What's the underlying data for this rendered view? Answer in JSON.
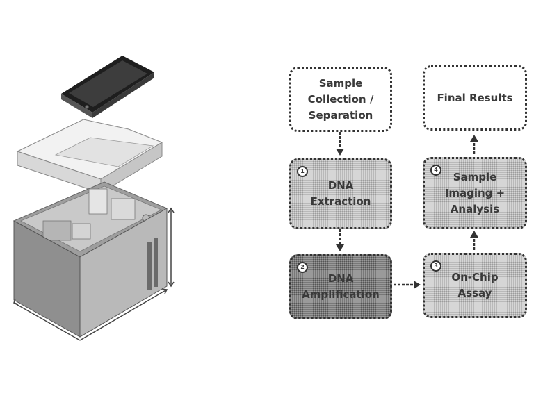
{
  "flowchart": {
    "steps": [
      {
        "id": "sample-collection",
        "label": "Sample\nCollection /\nSeparation",
        "number": ""
      },
      {
        "id": "dna-extraction",
        "label": "DNA\nExtraction",
        "number": "1"
      },
      {
        "id": "dna-amplification",
        "label": "DNA\nAmplification",
        "number": "2"
      },
      {
        "id": "on-chip-assay",
        "label": "On-Chip\nAssay",
        "number": "3"
      },
      {
        "id": "sample-imaging",
        "label": "Sample\nImaging +\nAnalysis",
        "number": "4"
      },
      {
        "id": "final-results",
        "label": "Final Results",
        "number": ""
      }
    ]
  },
  "colors": {
    "outline": "#333333",
    "box_white": "#ffffff",
    "box_light": "#d6d6d6",
    "box_dark": "#9a9a9a"
  },
  "illustration": {
    "icons": [
      "smartphone-icon",
      "device-lid-icon",
      "device-box-icon",
      "dimension-arrow-icon"
    ]
  }
}
